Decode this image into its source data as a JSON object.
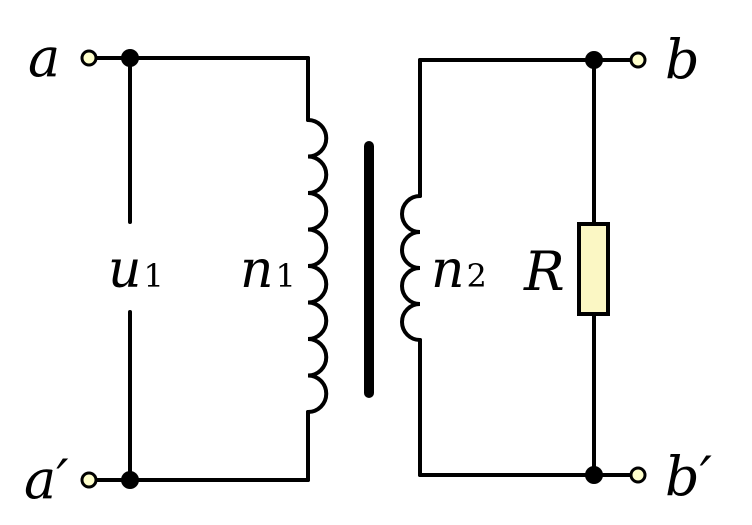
{
  "labels": {
    "terminal_a": "a",
    "terminal_a_prime": "a′",
    "terminal_b": "b",
    "terminal_b_prime": "b′",
    "voltage_symbol": "u",
    "voltage_subscript": "1",
    "primary_symbol": "n",
    "primary_subscript": "1",
    "secondary_symbol": "n",
    "secondary_subscript": "2",
    "resistor": "R"
  },
  "colors": {
    "wire": "#000000",
    "terminal_fill": "#ffffcc",
    "resistor_fill": "#fbf7c4",
    "background": "#ffffff"
  },
  "components": {
    "primary_turns_drawn": 8,
    "secondary_turns_drawn": 4
  }
}
